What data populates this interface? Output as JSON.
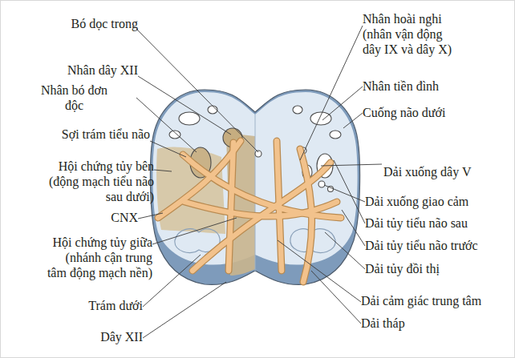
{
  "diagram": {
    "labels": [
      "Bó dọc trong",
      "Nhân dây XII",
      "Nhân bó đơn độc",
      "Sợi trám tiểu não",
      "Hội chứng tủy bên (động mạch tiểu não sau dưới)",
      "CNX",
      "Hội chứng tủy giữa (nhánh cận trung tâm động mạch nền)",
      "Trám dưới",
      "Dây XII",
      "Nhân hoài nghi (nhân vận động dây IX và dây X)",
      "Nhân tiền đình",
      "Cuống não dưới",
      "Dải xuống dây V",
      "Dải xuống giao cảm",
      "Dải tủy tiểu não sau",
      "Dải tủy tiểu não trước",
      "Dải tủy đồi thị",
      "Dải cảm giác trung tâm",
      "Dải tháp"
    ]
  }
}
